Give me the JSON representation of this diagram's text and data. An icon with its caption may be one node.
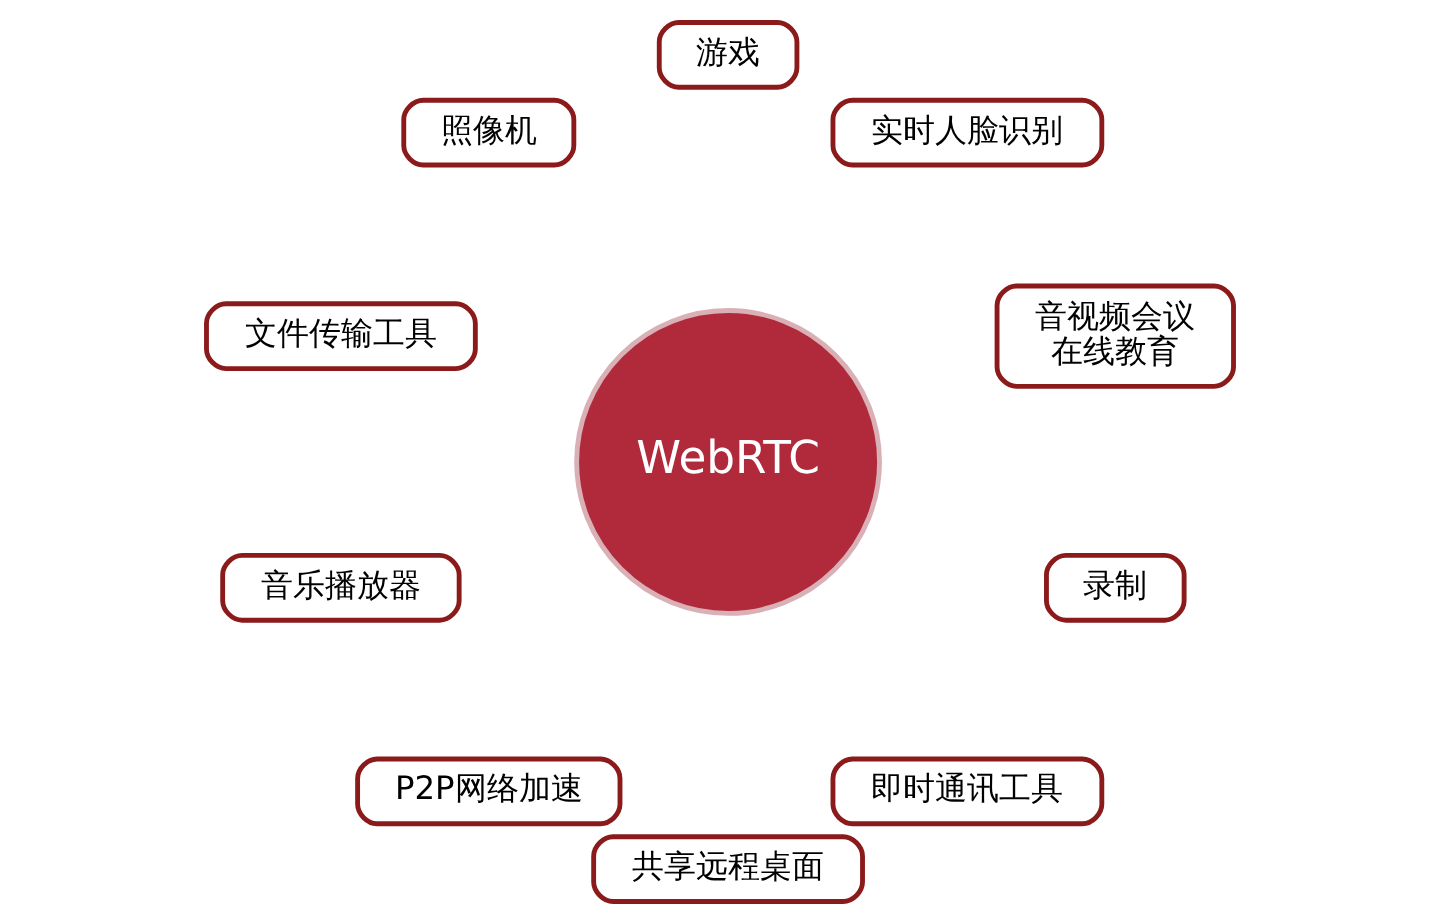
{
  "diagram": {
    "nodes": [
      {
        "text": [
          "音视频会议",
          "在线教育"
        ]
      },
      {
        "text": [
          "实时人脸识别"
        ]
      },
      {
        "text": [
          "游戏"
        ]
      },
      {
        "text": [
          "照像机"
        ]
      },
      {
        "text": [
          "WebRTC"
        ]
      },
      {
        "text": [
          "文件传输工具"
        ]
      },
      {
        "text": [
          "音乐播放器"
        ]
      },
      {
        "text": [
          "P2P网络加速"
        ]
      },
      {
        "text": [
          "共享远程桌面"
        ]
      },
      {
        "text": [
          "即时通讯工具"
        ]
      },
      {
        "text": [
          "录制"
        ]
      }
    ]
  }
}
